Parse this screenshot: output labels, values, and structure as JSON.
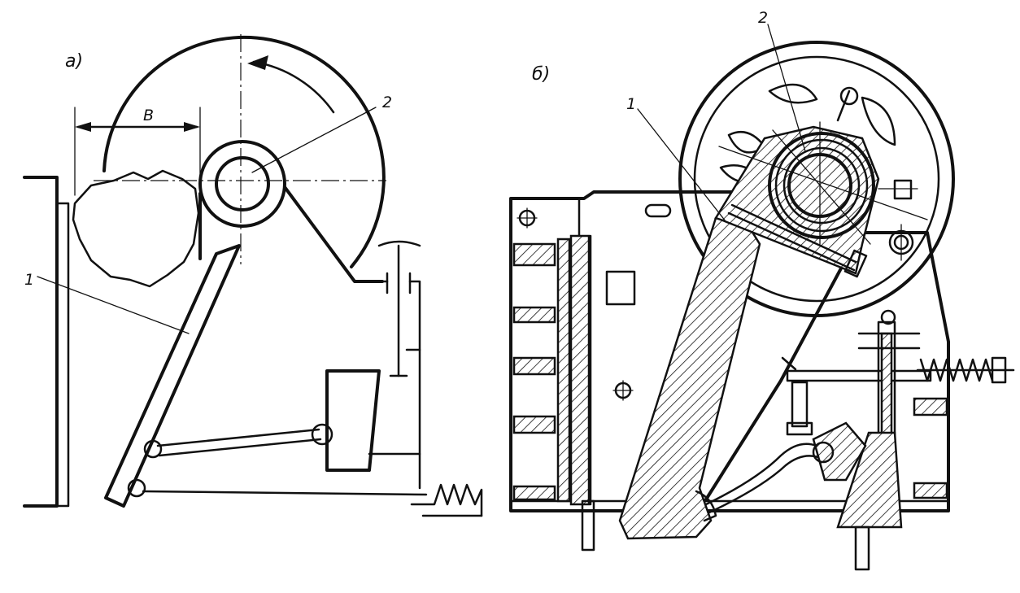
{
  "figure": {
    "panel_a": {
      "label": "а)",
      "dimension_label": "B",
      "callouts": [
        "1",
        "2"
      ]
    },
    "panel_b": {
      "label": "б)",
      "callouts": [
        "1",
        "2"
      ]
    }
  },
  "colors": {
    "ink": "#111111",
    "paper": "#ffffff"
  }
}
